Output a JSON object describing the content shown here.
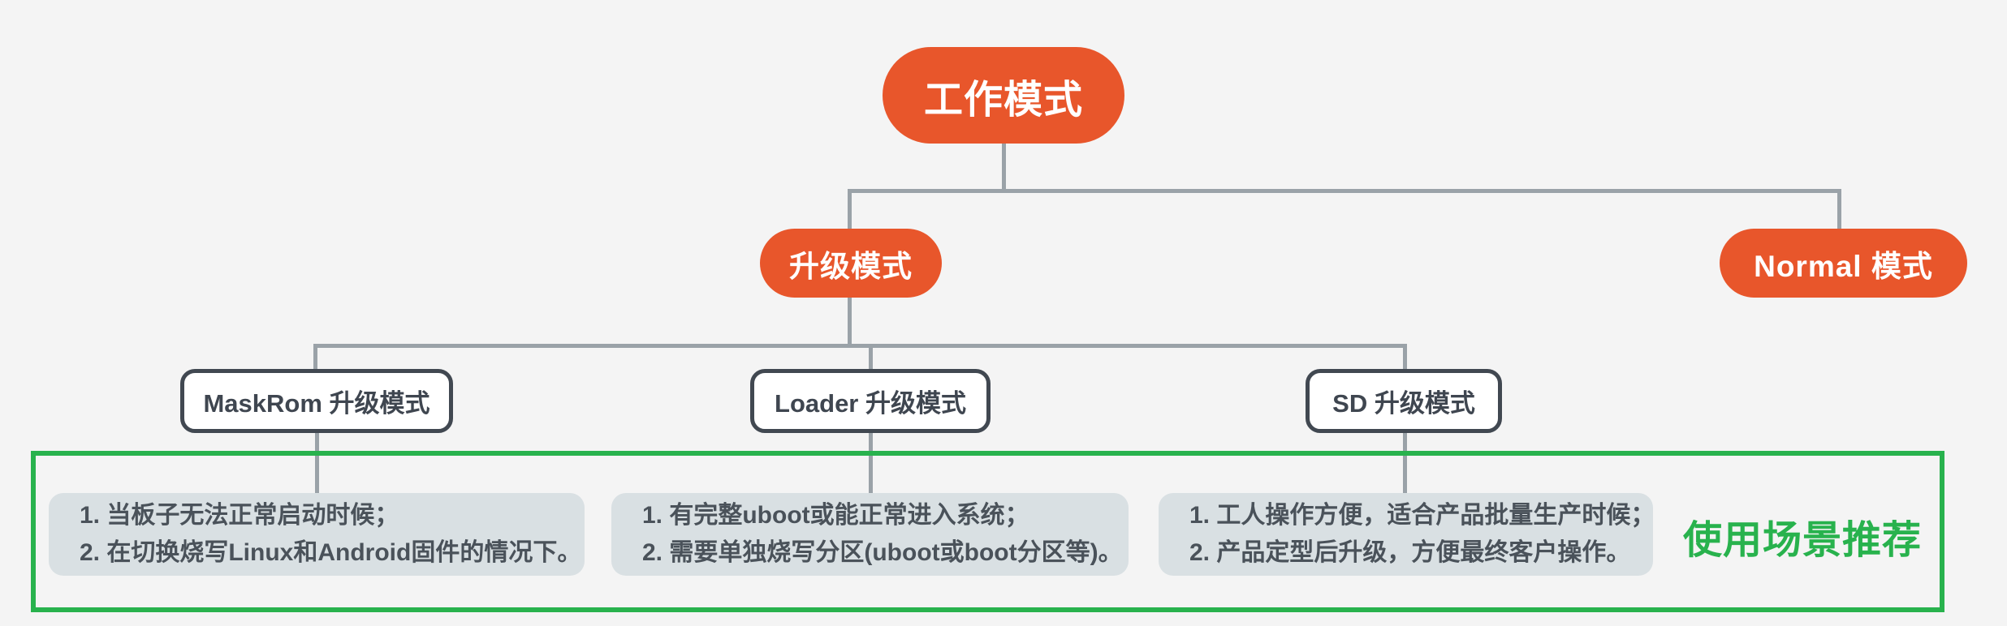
{
  "colors": {
    "background": "#F4F4F4",
    "topic_orange": "#E8562B",
    "topic_text": "#FFFFFF",
    "connector_gray": "#9AA2A8",
    "mode_box_border": "#414851",
    "mode_box_bg": "#FFFFFF",
    "mode_box_text": "#3F4650",
    "note_bg": "#D9E0E3",
    "note_text": "#4A525A",
    "boundary_green": "#28B24D"
  },
  "diagram": {
    "root": {
      "label": "工作模式"
    },
    "level2": [
      {
        "label": "升级模式"
      },
      {
        "label": "Normal 模式"
      }
    ],
    "modes": [
      {
        "label": "MaskRom 升级模式",
        "notes": [
          "1. 当板子无法正常启动时候；",
          "2. 在切换烧写Linux和Android固件的情况下。"
        ]
      },
      {
        "label": "Loader 升级模式",
        "notes": [
          "1. 有完整uboot或能正常进入系统；",
          "2. 需要单独烧写分区(uboot或boot分区等)。"
        ]
      },
      {
        "label": "SD 升级模式",
        "notes": [
          "1. 工人操作方便，适合产品批量生产时候；",
          "2. 产品定型后升级，方便最终客户操作。"
        ]
      }
    ],
    "recommendation_label": "使用场景推荐"
  }
}
